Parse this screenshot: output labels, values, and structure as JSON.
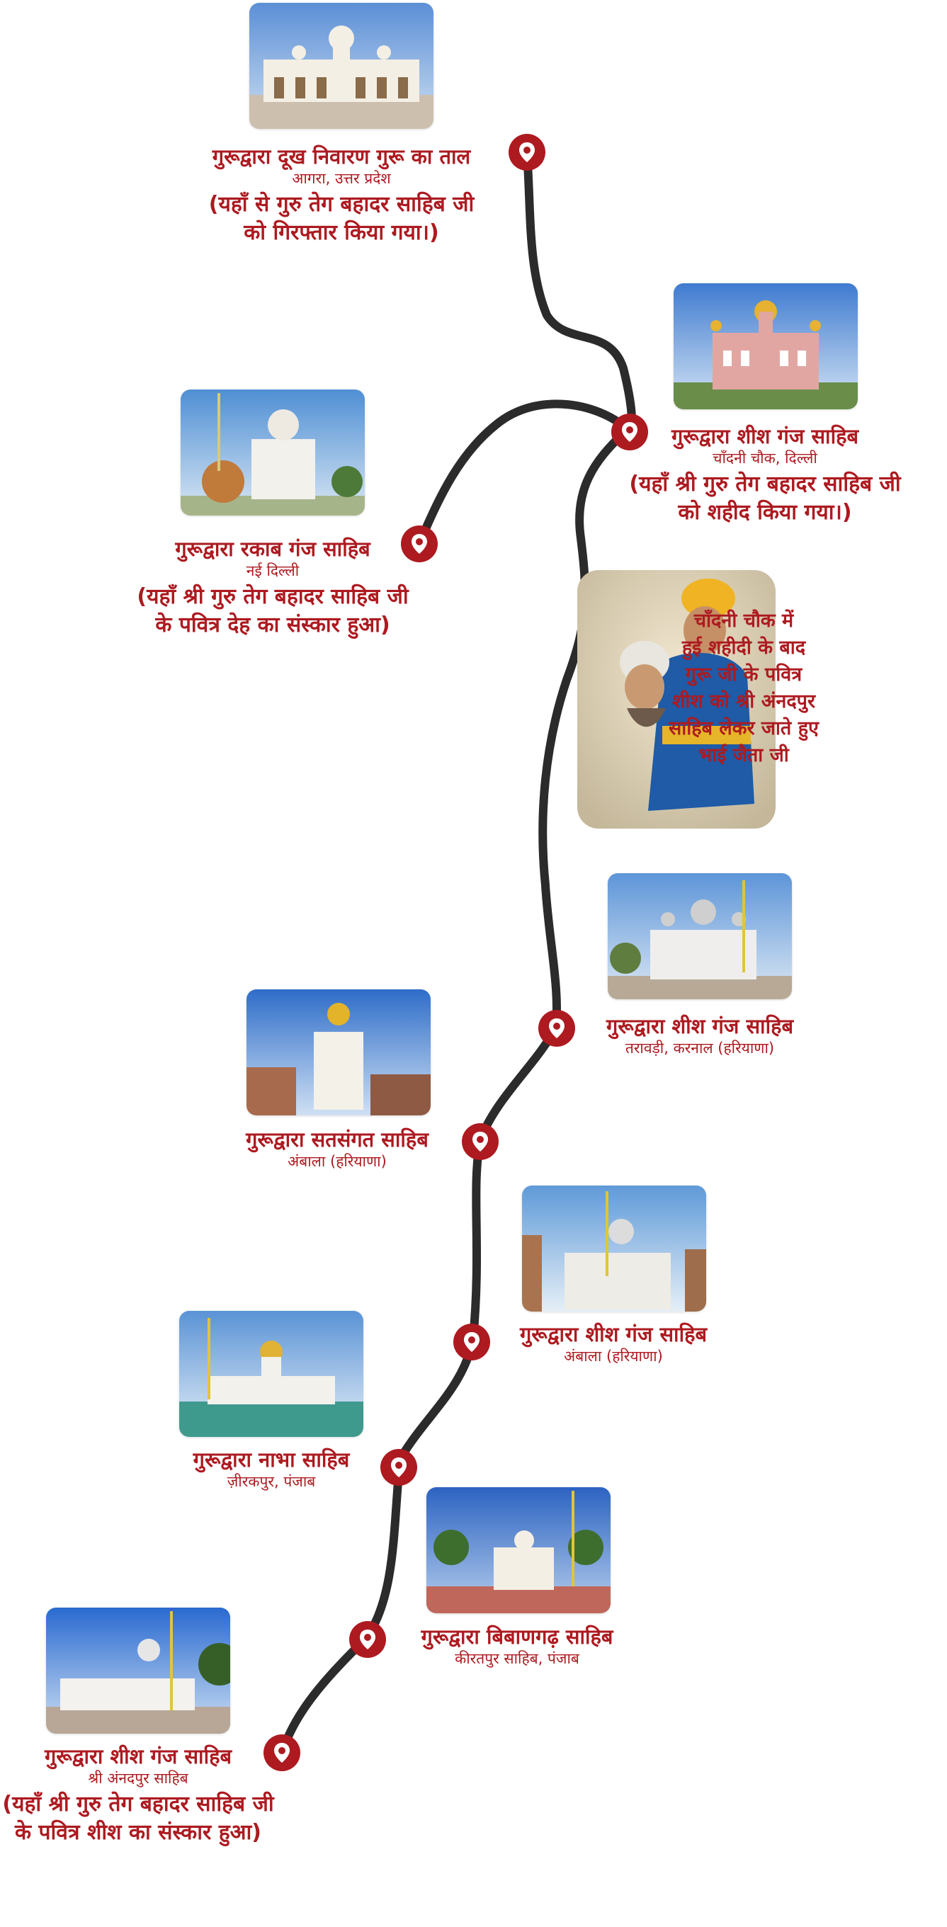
{
  "theme": {
    "accent": "#ad1a20",
    "route": "#2b2b2b"
  },
  "stops": [
    {
      "name": "गुरूद्वारा दूख निवारण गुरू का ताल",
      "place": "आगरा, उत्तर प्रदेश",
      "note": [
        "(यहाँ से गुरु तेग बहादर साहिब जी",
        "को गिरफ्तार किया गया।)"
      ],
      "icon": "pin-icon"
    },
    {
      "name": "गुरूद्वारा शीश गंज साहिब",
      "place": "चाँदनी चौक, दिल्ली",
      "note": [
        "(यहाँ श्री गुरु तेग बहादर साहिब जी",
        "को शहीद किया गया।)"
      ],
      "icon": "pin-icon"
    },
    {
      "name": "गुरूद्वारा रकाब गंज साहिब",
      "place": "नई दिल्ली",
      "note": [
        "(यहाँ श्री गुरु तेग बहादर साहिब जी",
        "के पवित्र देह का संस्कार हुआ)"
      ],
      "icon": "pin-icon"
    },
    {
      "name": "गुरूद्वारा शीश गंज साहिब",
      "place": "तरावड़ी, करनाल (हरियाणा)",
      "note": [],
      "icon": "pin-icon"
    },
    {
      "name": "गुरूद्वारा सतसंगत साहिब",
      "place": "अंबाला (हरियाणा)",
      "note": [],
      "icon": "pin-icon"
    },
    {
      "name": "गुरूद्वारा शीश गंज साहिब",
      "place": "अंबाला (हरियाणा)",
      "note": [],
      "icon": "pin-icon"
    },
    {
      "name": "गुरूद्वारा नाभा साहिब",
      "place": "ज़ीरकपुर, पंजाब",
      "note": [],
      "icon": "pin-icon"
    },
    {
      "name": "गुरूद्वारा बिबाणगढ़ साहिब",
      "place": "कीरतपुर साहिब, पंजाब",
      "note": [],
      "icon": "pin-icon"
    },
    {
      "name": "गुरूद्वारा शीश गंज साहिब",
      "place": "श्री अंनदपुर साहिब",
      "note": [
        "(यहाँ श्री गुरु तेग बहादर साहिब जी",
        "के पवित्र शीश का संस्कार हुआ)"
      ],
      "icon": "pin-icon"
    }
  ],
  "story": [
    "चाँदनी चौक में",
    "हुई शहीदी के बाद",
    "गुरू जी के पवित्र",
    "शीश को श्री अंनदपुर",
    "साहिब लेकर जाते हुए",
    "भाई जैता जी"
  ]
}
